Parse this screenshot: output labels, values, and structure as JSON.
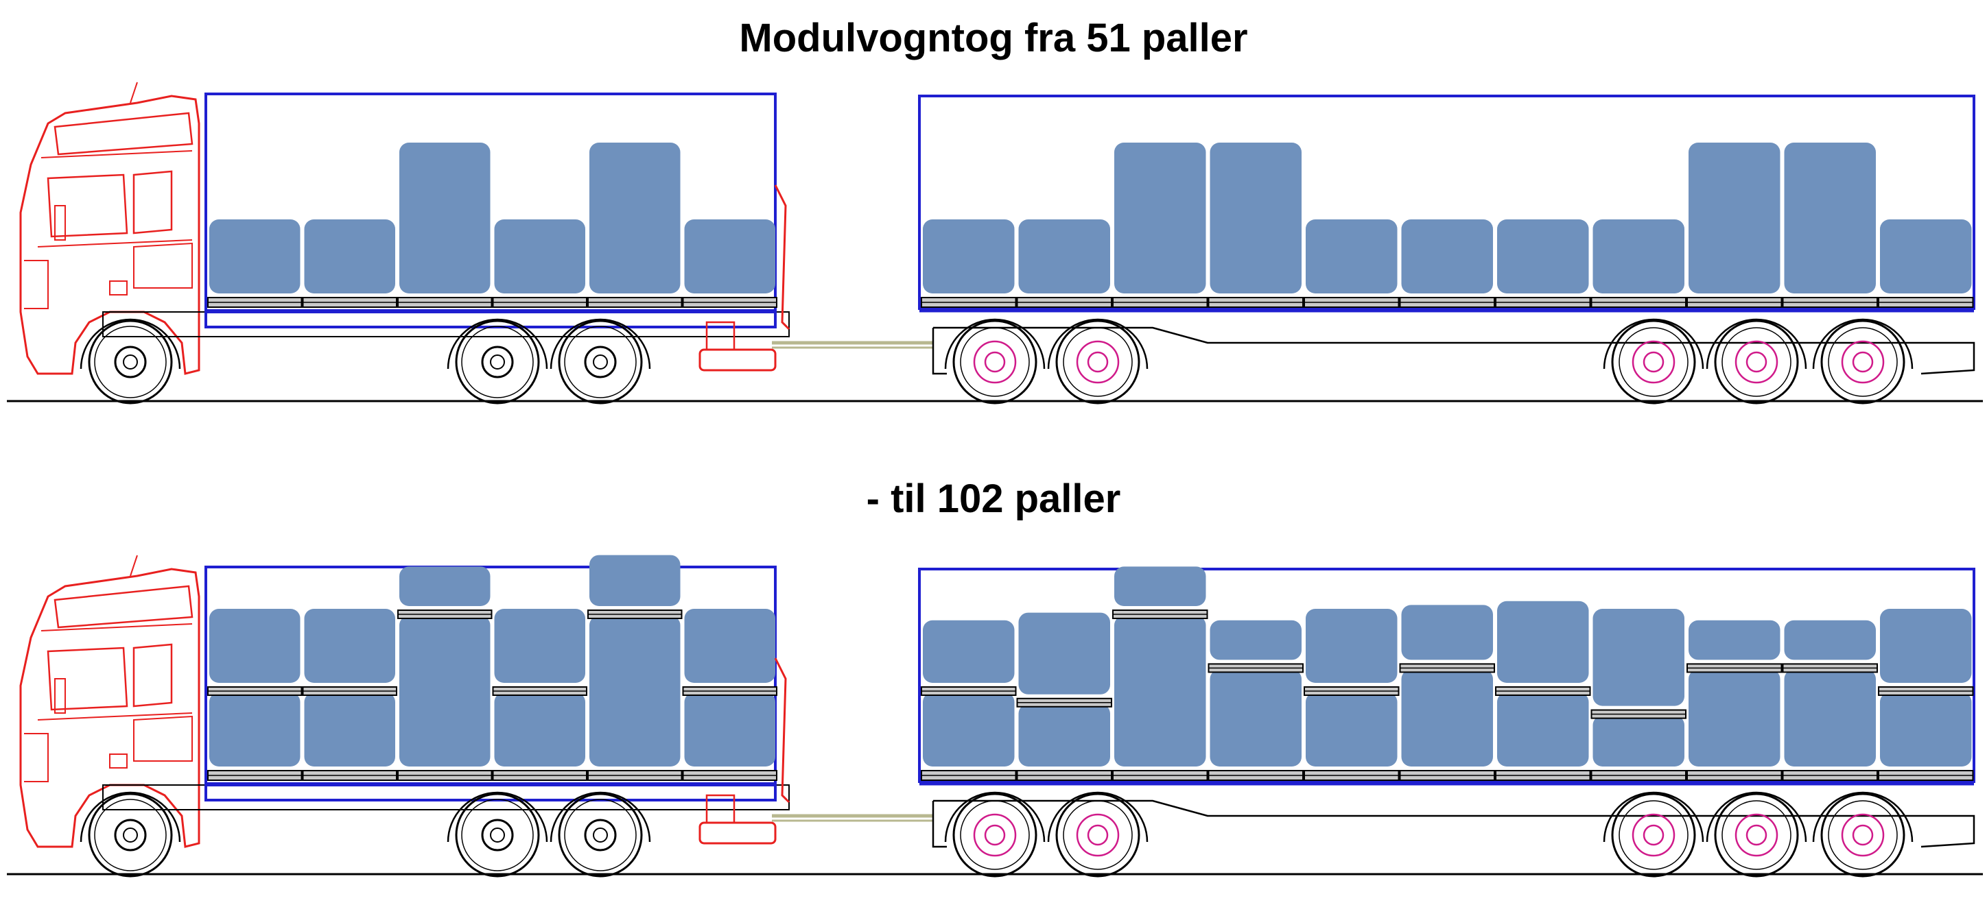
{
  "titles": {
    "top": "Modulvogntog fra 51 paller",
    "bottom": "- til 102 paller"
  },
  "colors": {
    "cab_outline": "#e8201f",
    "box_outline": "#1f1fd0",
    "pallet_fill": "#6f91bd",
    "pallet_base_fill": "#c9c9c9",
    "trailer_hub": "#d01a8a",
    "drawbar": "#b8b890",
    "ground": "#000000"
  },
  "scenes": [
    {
      "name": "51-pallets",
      "truck_stacks": [
        [
          1
        ],
        [
          1
        ],
        [
          2
        ],
        [
          1
        ],
        [
          2
        ],
        [
          1
        ]
      ],
      "trailer_stacks": [
        [
          1
        ],
        [
          1
        ],
        [
          2
        ],
        [
          2
        ],
        [
          1
        ],
        [
          1
        ],
        [
          1
        ],
        [
          1
        ],
        [
          2
        ],
        [
          2
        ],
        [
          1
        ]
      ]
    },
    {
      "name": "102-pallets",
      "truck_stacks": [
        [
          1,
          1
        ],
        [
          1,
          1
        ],
        [
          2,
          0.55
        ],
        [
          1,
          1
        ],
        [
          2,
          0.7
        ],
        [
          1,
          1
        ]
      ],
      "trailer_stacks": [
        [
          1,
          0.85
        ],
        [
          0.85,
          1.1
        ],
        [
          2,
          0.55
        ],
        [
          1.3,
          0.55
        ],
        [
          1,
          1
        ],
        [
          1.3,
          0.75
        ],
        [
          1,
          1.1
        ],
        [
          0.7,
          1.3
        ],
        [
          1.3,
          0.55
        ],
        [
          1.3,
          0.55
        ],
        [
          1,
          1
        ]
      ]
    }
  ]
}
